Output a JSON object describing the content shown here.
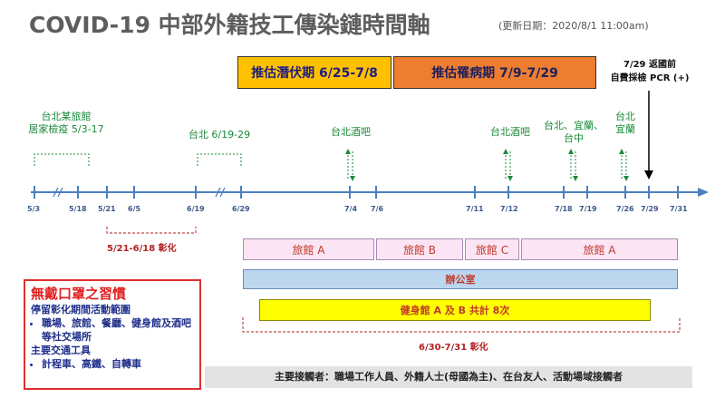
{
  "title": "COVID-19 中部外籍技工傳染鏈時間軸",
  "updated": "(更新日期：2020/8/1 11:00am)",
  "banners": {
    "incubation": "推估潛伏期 6/25-7/8",
    "illness": "推估罹病期 7/9-7/29"
  },
  "pcr": {
    "line1": "7/29 返國前",
    "line2": "自費採檢 PCR (+)"
  },
  "events": {
    "taipei_hotel_line1": "台北某旅館",
    "taipei_hotel_line2": "居家檢疫 5/3-17",
    "taipei_stay": "台北 6/19-29",
    "bar_1": "台北酒吧",
    "bar_2": "台北酒吧",
    "tpe_yilan_line1": "台北、宜蘭、",
    "tpe_yilan_line2": "台中",
    "tpe_yilan2_line1": "台北",
    "tpe_yilan2_line2": "宜蘭"
  },
  "ticks": [
    "5/3",
    "5/18",
    "5/21",
    "6/5",
    "6/19",
    "6/29",
    "7/4",
    "7/6",
    "7/11",
    "7/12",
    "7/18",
    "7/19",
    "7/26",
    "7/29",
    "7/31"
  ],
  "spans": {
    "changhua1": "5/21-6/18 彰化",
    "changhua2": "6/30-7/31 彰化"
  },
  "hotels": [
    "旅館 A",
    "旅館 B",
    "旅館 C",
    "旅館 A"
  ],
  "office": "辦公室",
  "gym": "健身館 A 及 B 共計 8次",
  "habits": {
    "title": "無戴口罩之習慣",
    "scope": "停留彰化期間活動範圍",
    "scope_item": "職場、旅館、餐廳、健身館及酒吧等社交場所",
    "transport": "主要交通工具",
    "transport_item": "計程車、高鐵、自轉車"
  },
  "contacts": "主要接觸者：職場工作人員、外籍人士(母國為主)、在台友人、活動場域接觸者",
  "colors": {
    "axis": "#4a7fc0",
    "event": "#1a8a3a",
    "accent": "#e02020"
  }
}
